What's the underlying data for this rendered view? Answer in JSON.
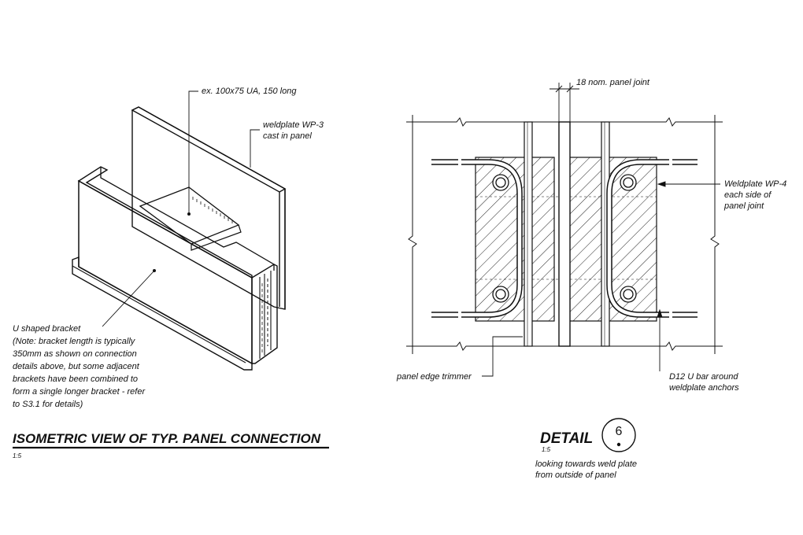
{
  "left": {
    "title": "ISOMETRIC VIEW OF TYP. PANEL CONNECTION",
    "scale": "1:5",
    "notes": {
      "angle": "ex. 100x75 UA, 150 long",
      "weldplate": [
        "weldplate WP-3",
        "cast in panel"
      ],
      "bracket": [
        "U shaped bracket",
        "(Note: bracket length is typically",
        "350mm as shown on connection",
        "details above, but some adjacent",
        "brackets have been combined to",
        "form a single longer bracket - refer",
        "to S3.1 for details)"
      ]
    }
  },
  "right": {
    "detail_label": "DETAIL",
    "detail_number": "6",
    "scale": "1:5",
    "subtitle": [
      "looking towards weld plate",
      "from outside of panel"
    ],
    "notes": {
      "joint": "18 nom. panel joint",
      "weldplate": [
        "Weldplate WP-4",
        "each side of",
        "panel joint"
      ],
      "trimmer": "panel edge trimmer",
      "ubar": [
        "D12 U bar around",
        "weldplate anchors"
      ]
    }
  }
}
